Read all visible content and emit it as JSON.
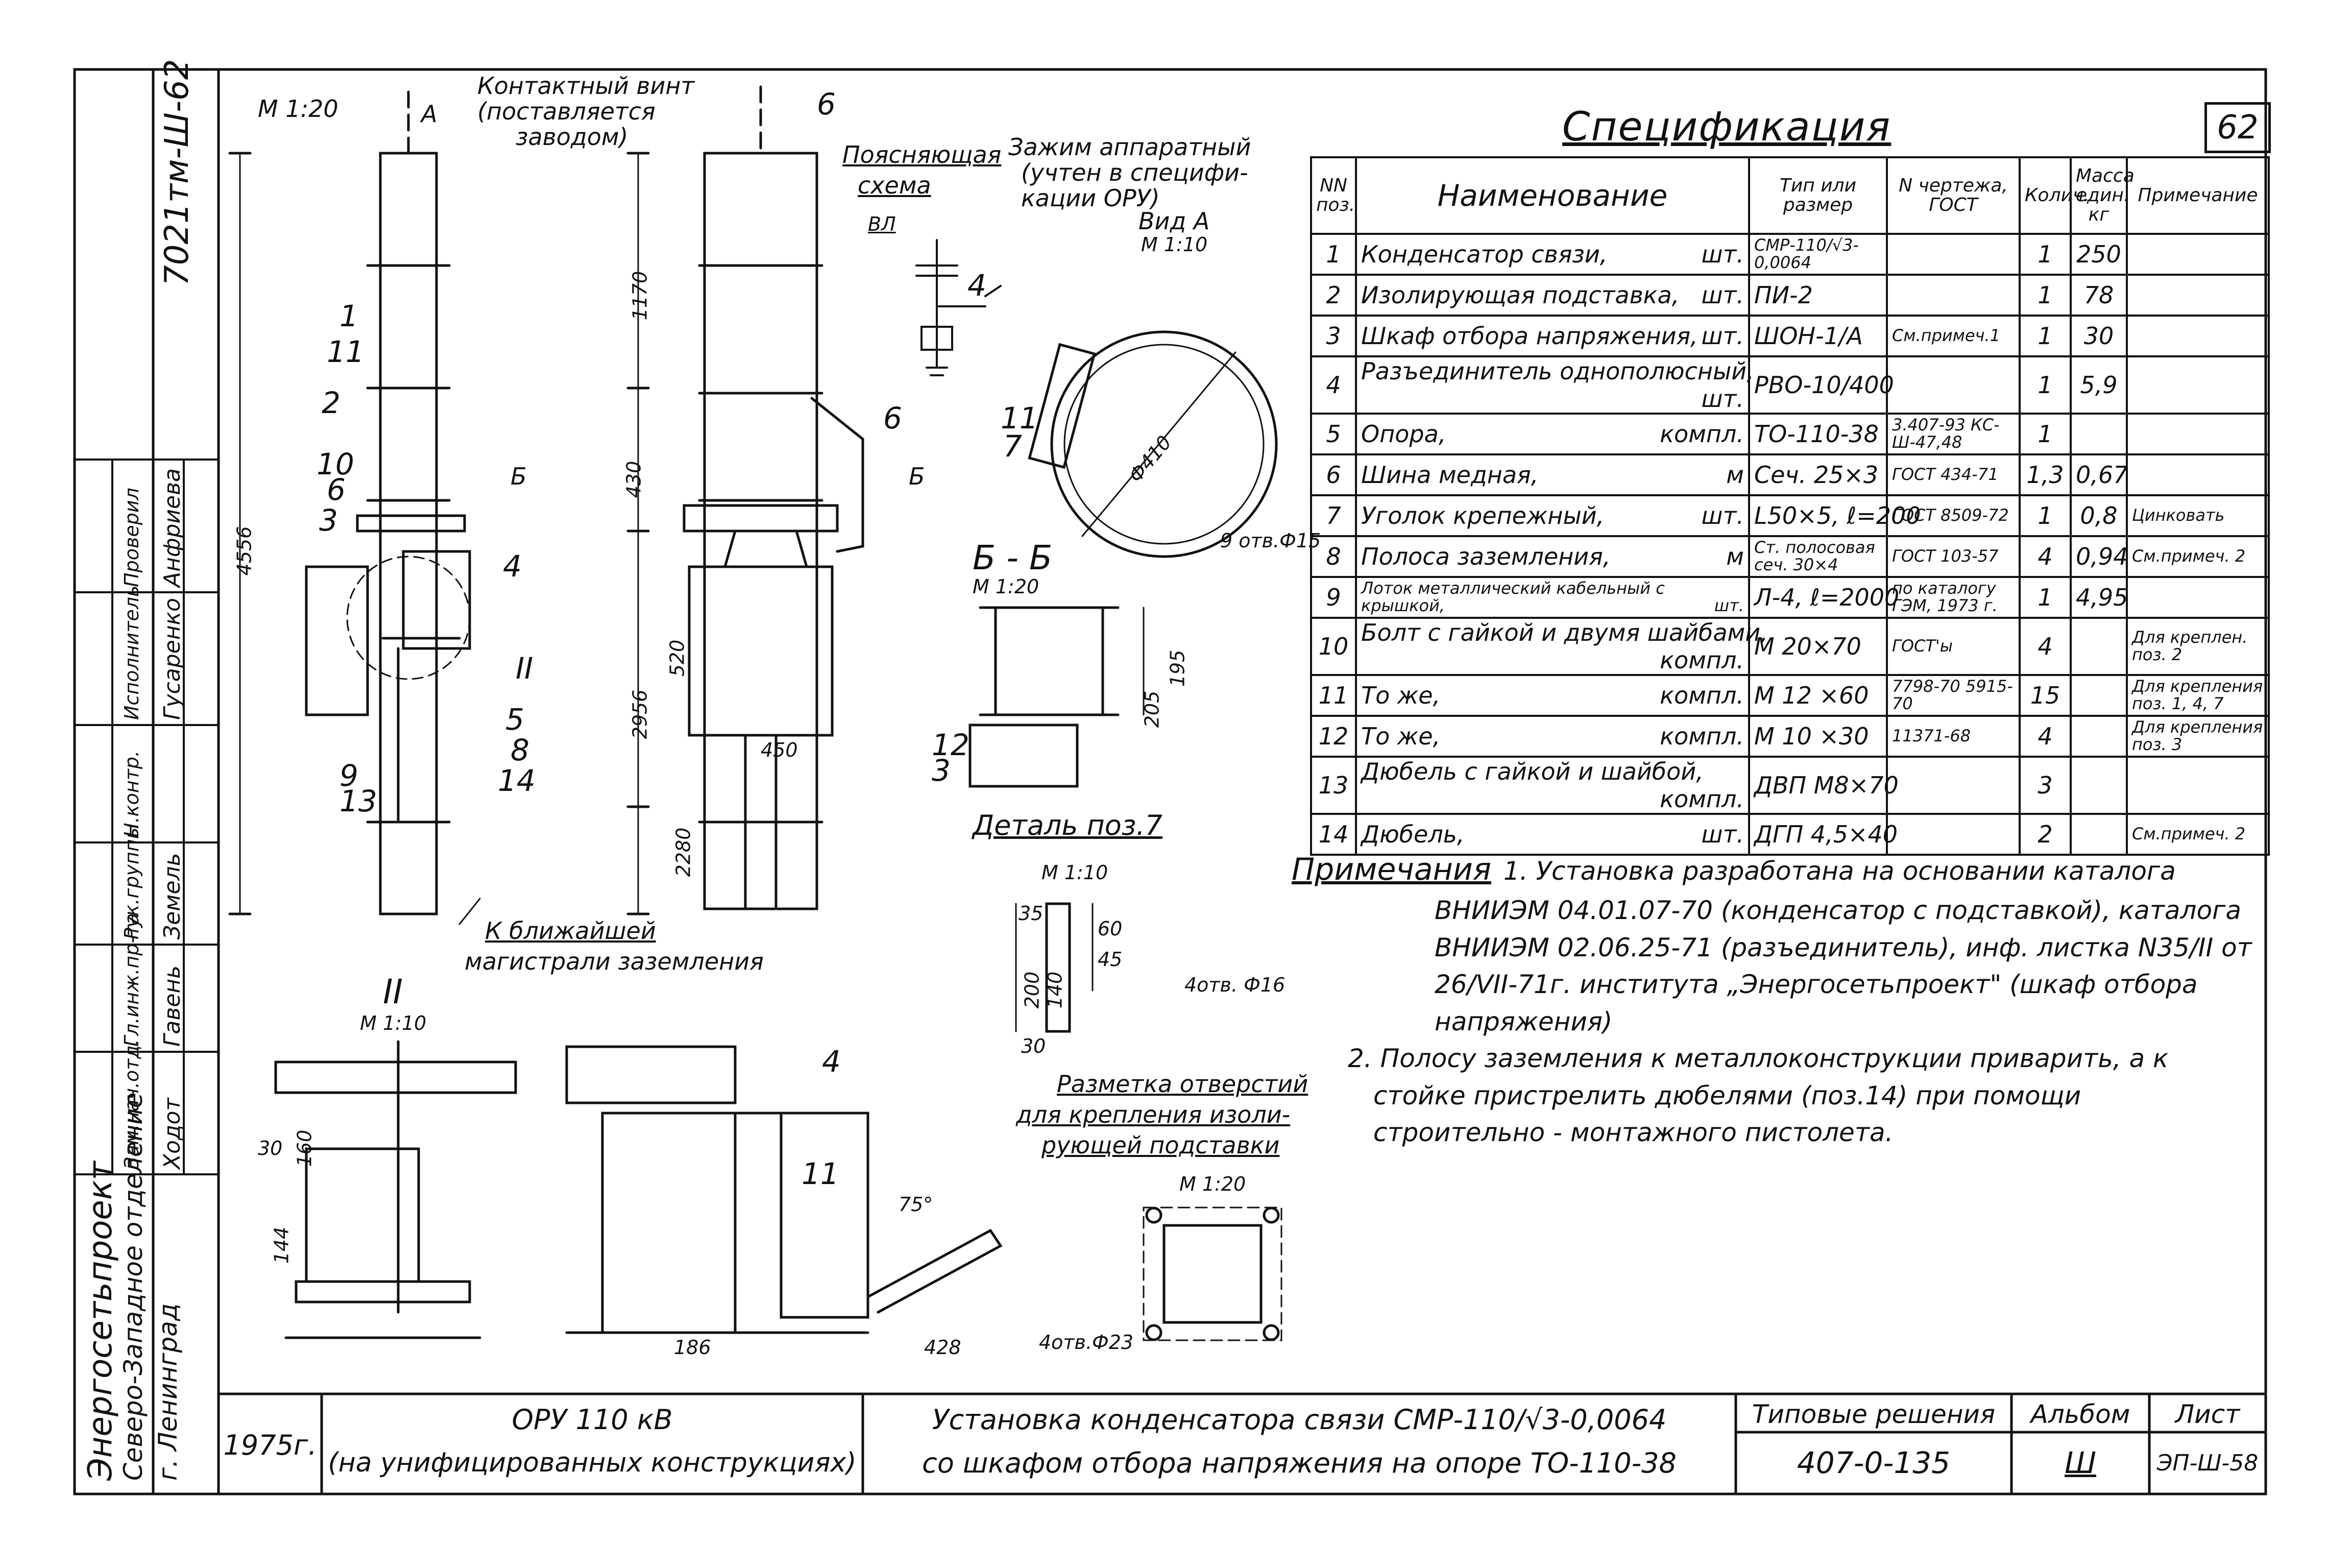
{
  "sheet_number": "62",
  "doc_stamp": "7021тм-Ш-62",
  "specification": {
    "title": "Спецификация",
    "headers": {
      "pos": "NN поз.",
      "name": "Наименование",
      "type": "Тип или размер",
      "drawing": "N чертежа, ГОСТ",
      "qty": "Колич.",
      "mass": "Масса един. кг",
      "note": "Примечание"
    },
    "rows": [
      {
        "pos": "1",
        "name": "Конденсатор связи,",
        "unit": "шт.",
        "type": "СМР-110/√3-0,0064",
        "drawing": "",
        "qty": "1",
        "mass": "250",
        "note": ""
      },
      {
        "pos": "2",
        "name": "Изолирующая подставка,",
        "unit": "шт.",
        "type": "ПИ-2",
        "drawing": "",
        "qty": "1",
        "mass": "78",
        "note": ""
      },
      {
        "pos": "3",
        "name": "Шкаф отбора напряжения,",
        "unit": "шт.",
        "type": "ШОН-1/А",
        "drawing": "См.примеч.1",
        "qty": "1",
        "mass": "30",
        "note": ""
      },
      {
        "pos": "4",
        "name": "Разъединитель однополюсный,",
        "unit": "шт.",
        "type": "РВО-10/400",
        "drawing": "",
        "qty": "1",
        "mass": "5,9",
        "note": ""
      },
      {
        "pos": "5",
        "name": "Опора,",
        "unit": "компл.",
        "type": "ТО-110-38",
        "drawing": "3.407-93 КС-Ш-47,48",
        "qty": "1",
        "mass": "",
        "note": ""
      },
      {
        "pos": "6",
        "name": "Шина медная,",
        "unit": "м",
        "type": "Сеч. 25×3",
        "drawing": "ГОСТ 434-71",
        "qty": "1,3",
        "mass": "0,67",
        "note": ""
      },
      {
        "pos": "7",
        "name": "Уголок крепежный,",
        "unit": "шт.",
        "type": "L50×5, ℓ=200",
        "drawing": "ГОСТ 8509-72",
        "qty": "1",
        "mass": "0,8",
        "note": "Цинковать"
      },
      {
        "pos": "8",
        "name": "Полоса заземления,",
        "unit": "м",
        "type": "Ст. полосовая сеч. 30×4",
        "drawing": "ГОСТ 103-57",
        "qty": "4",
        "mass": "0,94",
        "note": "См.примеч. 2"
      },
      {
        "pos": "9",
        "name": "Лоток металлический кабельный с крышкой,",
        "unit": "шт.",
        "type": "Л-4, ℓ=2000",
        "drawing": "по каталогу ГЭМ, 1973 г.",
        "qty": "1",
        "mass": "4,95",
        "note": ""
      },
      {
        "pos": "10",
        "name": "Болт с гайкой и двумя шайбами,",
        "unit": "компл.",
        "type": "М 20×70",
        "drawing": "ГОСТ'ы",
        "qty": "4",
        "mass": "",
        "note": "Для креплен. поз. 2"
      },
      {
        "pos": "11",
        "name": "То же,",
        "unit": "компл.",
        "type": "М 12 ×60",
        "drawing": "7798-70 5915-70",
        "qty": "15",
        "mass": "",
        "note": "Для крепления поз. 1, 4, 7"
      },
      {
        "pos": "12",
        "name": "То же,",
        "unit": "компл.",
        "type": "М 10 ×30",
        "drawing": "11371-68",
        "qty": "4",
        "mass": "",
        "note": "Для крепления поз. 3"
      },
      {
        "pos": "13",
        "name": "Дюбель с гайкой и шайбой,",
        "unit": "компл.",
        "type": "ДВП М8×70",
        "drawing": "",
        "qty": "3",
        "mass": "",
        "note": ""
      },
      {
        "pos": "14",
        "name": "Дюбель,",
        "unit": "шт.",
        "type": "ДГП 4,5×40",
        "drawing": "",
        "qty": "2",
        "mass": "",
        "note": "См.примеч. 2"
      }
    ]
  },
  "notes": {
    "heading": "Примечания",
    "lines": [
      "1. Установка разработана на основании каталога",
      "ВНИИЭМ 04.01.07-70 (конденсатор с подставкой), каталога",
      "ВНИИЭМ 02.06.25-71 (разъединитель), инф. листка N35/II от",
      "26/VII-71г. института „Энергосетьпроект\" (шкаф отбора напряжения)",
      "2. Полосу заземления к металлоконструкции приварить, а к",
      "стойке пристрелить дюбелями (поз.14) при помощи",
      "строительно - монтажного пистолета."
    ]
  },
  "drawing_labels": {
    "scale_main": "М 1:20",
    "section_a": "А",
    "contact_screw": "Контактный винт",
    "contact_screw_2": "(поставляется",
    "contact_screw_3": "заводом)",
    "explain_title": "Поясняющая",
    "explain_title_2": "схема",
    "vl": "ВЛ",
    "clamp": "Зажим аппаратный",
    "clamp_2": "(учтен в специфи-",
    "clamp_3": "кации ОРУ)",
    "view_a": "Вид А",
    "view_a_scale": "М 1:10",
    "holes": "9 отв.Ф15",
    "dia": "Ф410",
    "section_bb": "Б - Б",
    "section_bb_scale": "М 1:20",
    "b_mark": "Б",
    "detail7": "Деталь поз.7",
    "detail7_scale": "М 1:10",
    "detail7_holes": "4отв. Ф16",
    "marking": "Разметка отверстий",
    "marking_2": "для крепления изоли-",
    "marking_3": "рующей подставки",
    "marking_scale": "М 1:20",
    "marking_holes": "4отв.Ф23",
    "node_ii": "II",
    "node_ii_scale": "М 1:10",
    "ground_line": "К ближайшей",
    "ground_line_2": "магистрали заземления",
    "angle": "75°",
    "dims": {
      "h_total": "4556",
      "h1": "1170",
      "h2": "430",
      "h3": "2956",
      "h4": "520",
      "h5": "2280",
      "w450": "450",
      "d195": "195",
      "d205": "205",
      "d200": "200",
      "d140": "140",
      "d35": "35",
      "d30": "30",
      "d60": "60",
      "d45": "45",
      "d160": "160",
      "d144": "144",
      "d186": "186",
      "d428": "428",
      "d30b": "30"
    },
    "callouts": [
      "1",
      "11",
      "2",
      "10",
      "6",
      "3",
      "4",
      "II",
      "5",
      "8",
      "14",
      "9",
      "13",
      "6",
      "6",
      "4",
      "11",
      "7",
      "12",
      "3",
      "4",
      "11"
    ]
  },
  "title_block": {
    "org": "Энергосетьпроект",
    "org_2": "Северо-Западное отделение",
    "org_3": "г. Ленинград",
    "year": "1975г.",
    "object": "ОРУ 110 кВ",
    "object_2": "(на унифицированных конструкциях)",
    "title": "Установка конденсатора связи СМР-110/√3-0,0064",
    "title_2": "со шкафом отбора напряжения на опоре ТО-110-38",
    "typical": "Типовые решения",
    "typical_no": "407-0-135",
    "album": "Альбом",
    "album_no": "Ш",
    "sheet": "Лист",
    "sheet_no": "ЭП-Ш-58"
  },
  "signatures": {
    "roles": [
      "Зам.нач.отд.",
      "Гл.инж.пр-та",
      "Рук.группы",
      "Н.контр.",
      "Исполнитель",
      "Проверил"
    ],
    "names": [
      "Ходот",
      "Гавень",
      "Земель",
      "",
      "Гусаренко",
      "Анфриева"
    ]
  }
}
